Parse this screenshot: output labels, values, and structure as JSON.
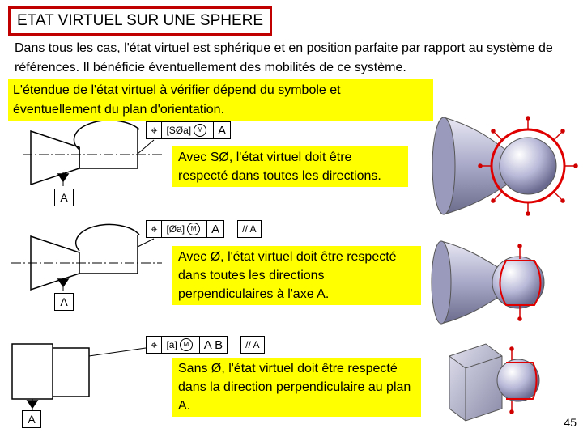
{
  "title": "ETAT VIRTUEL SUR UNE SPHERE",
  "intro": "Dans tous les cas, l'état virtuel est sphérique et en position parfaite par rapport au système de références. Il bénéficie éventuellement des mobilités de ce système.",
  "note": "L'étendue de l'état virtuel à vérifier dépend du symbole et éventuellement du plan d'orientation.",
  "cases": [
    {
      "tolerance": "[SØa]",
      "modifier": "M",
      "datums": "A",
      "orientation": "",
      "text": "Avec SØ, l'état virtuel doit être respecté dans toutes les directions.",
      "datum_label": "A"
    },
    {
      "tolerance": "[Øa]",
      "modifier": "M",
      "datums": "A",
      "orientation": "// A",
      "text": "Avec Ø, l'état virtuel doit être respecté dans toutes les directions perpendiculaires à l'axe A.",
      "datum_label": "A"
    },
    {
      "tolerance": "[a]",
      "modifier": "M",
      "datums": "A B",
      "orientation": "// A",
      "text": "Sans Ø, l'état virtuel doit être respecté dans la direction perpendiculaire au plan A.",
      "datum_label": "A"
    }
  ],
  "page_number": "45",
  "colors": {
    "title_border": "#c00000",
    "highlight": "#ffff00",
    "arrows": "#d00000",
    "sphere_ring": "#e00000"
  }
}
